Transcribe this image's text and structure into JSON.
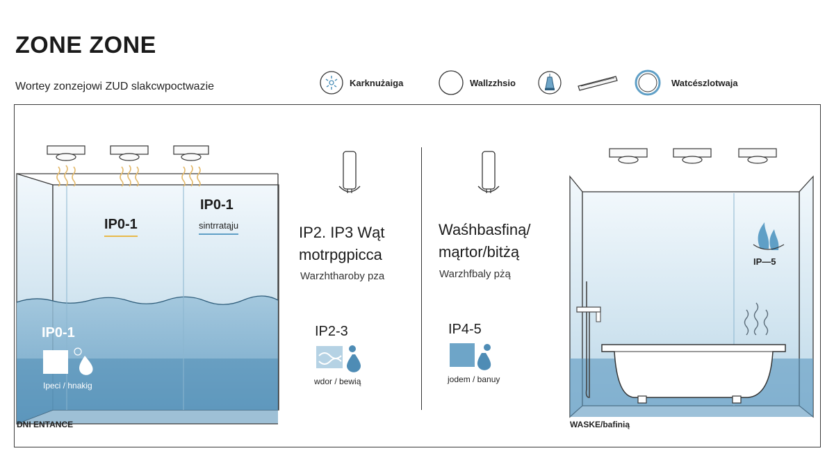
{
  "title": "ZONE ZONE",
  "subtitle": "Wortey zonzejowi ZUD slakcwpoctwazie",
  "legend": [
    {
      "icon": "fan-icon",
      "label": "Karknużaiga"
    },
    {
      "icon": "circle-icon",
      "label": "Wallzzhsio"
    },
    {
      "icon": "bottle-icon",
      "label": ""
    },
    {
      "icon": "light-bar-icon",
      "label": ""
    },
    {
      "icon": "ring-icon",
      "label": "Watcészlotwaja"
    }
  ],
  "left_section": {
    "zone_upper_a": "IP0-1",
    "zone_upper_b": "IP0-1",
    "upper_b_caption": "sintrratąju",
    "zone_lower": "IP0-1",
    "lower_caption": "Ipeci / hnakig",
    "footer": "DNI ENTANCE"
  },
  "middle_left": {
    "heading_line1": "IP2.  IP3 Wąt",
    "heading_line2": "motrpgpicca",
    "caption": "Warzhtharoby pza",
    "zone": "IP2-3",
    "icon_caption": "wdor / bewią"
  },
  "middle_right": {
    "heading_line1": "Waśhbasfiną/",
    "heading_line2": "mąrtor/bitżą",
    "caption": "Warzhfbaly pżą",
    "zone": "IP4-5",
    "icon_caption": "jodem / banuy"
  },
  "right_section": {
    "zone": "IP—5",
    "footer": "WASKE/bafinią"
  },
  "colors": {
    "water_light": "#d9e9f3",
    "water_mid": "#a9cbe0",
    "water_dark": "#6ea5c8",
    "line": "#3a3a3a",
    "steam": "#e3b96a",
    "accent_blue": "#5f9fc6"
  }
}
